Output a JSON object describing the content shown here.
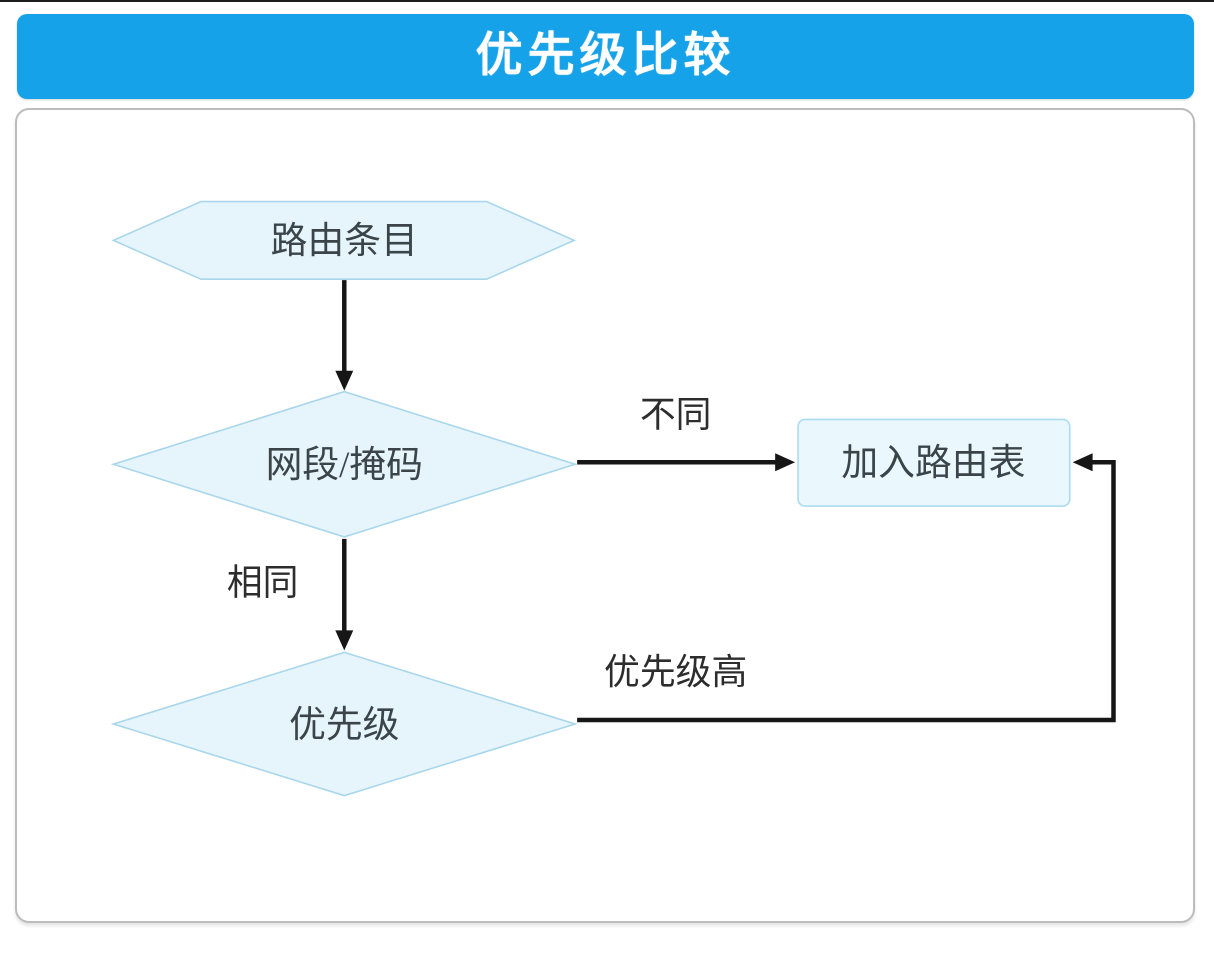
{
  "header": {
    "title": "优先级比较",
    "bg_color": "#16a2e9",
    "text_color": "#ffffff"
  },
  "flowchart": {
    "nodes": {
      "route_entry": {
        "shape": "hexagon",
        "label": "路由条目"
      },
      "segment_mask": {
        "shape": "diamond",
        "label": "网段/掩码"
      },
      "add_route_table": {
        "shape": "rectangle",
        "label": "加入路由表"
      },
      "priority": {
        "shape": "diamond",
        "label": "优先级"
      }
    },
    "edges": [
      {
        "from": "route_entry",
        "to": "segment_mask",
        "label": ""
      },
      {
        "from": "segment_mask",
        "to": "add_route_table",
        "label": "不同"
      },
      {
        "from": "segment_mask",
        "to": "priority",
        "label": "相同"
      },
      {
        "from": "priority",
        "to": "add_route_table",
        "label": "优先级高"
      }
    ],
    "colors": {
      "node_fill": "#e6f5fb",
      "node_stroke": "#a9d6ea",
      "rect_fill": "#eaf8fd",
      "rect_stroke": "#aadcf0",
      "connector": "#161616",
      "node_text": "#3a4449",
      "label_text": "#2d2d2d"
    }
  }
}
